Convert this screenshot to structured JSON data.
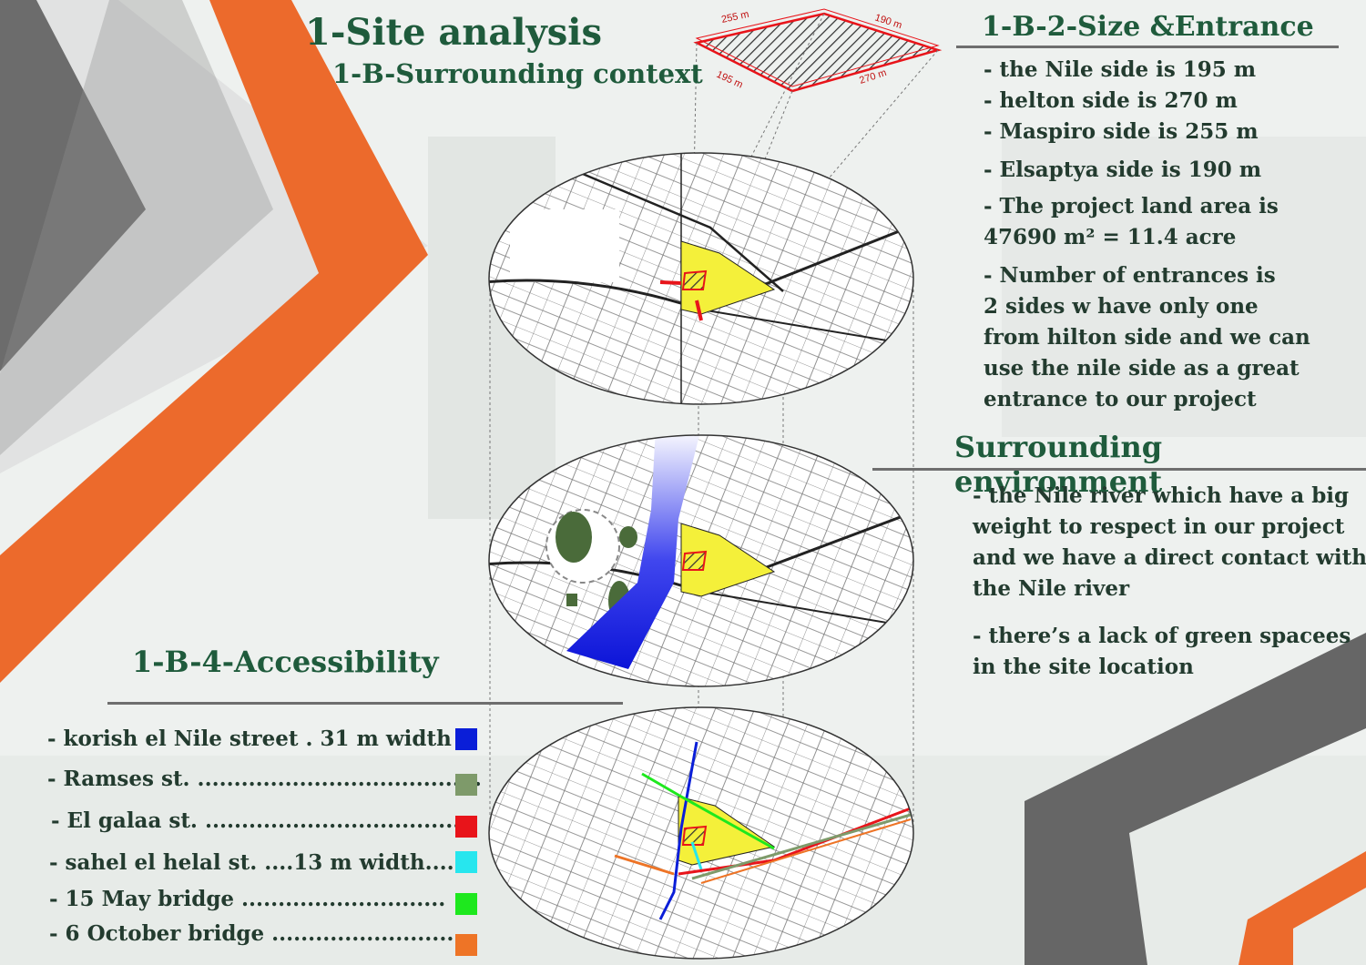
{
  "title": "1-Site analysis",
  "subtitle": "1-B-Surrounding context",
  "site_plan": {
    "top_dim": "255 m",
    "right_top_dim": "190 m",
    "left_bottom_dim": "195 m",
    "bottom_dim": "270 m"
  },
  "size_entrance": {
    "heading": "1-B-2-Size &Entrance",
    "lines": [
      "- the Nile side is 195 m",
      "- helton side is 270 m",
      "- Maspiro side is 255 m",
      "- Elsaptya side is 190 m",
      "- The project land area is",
      "47690 m² = 11.4 acre",
      "- Number of  entrances is",
      "2 sides w have only one",
      "from hilton side and we can",
      "use the nile side as a great",
      "entrance to our project"
    ]
  },
  "surrounding": {
    "heading": "Surrounding environment",
    "lines": [
      "-  the Nile river which have a big",
      "weight to respect in our project",
      "and we have a direct contact with",
      "the Nile river",
      "-  there’s a lack of  green spacees",
      "in the site location"
    ]
  },
  "accessibility": {
    "heading": "1-B-4-Accessibility",
    "items": [
      {
        "label": "- korish el Nile street . 31 m width",
        "color": "#0a1ed8"
      },
      {
        "label": "- Ramses st. .......................................",
        "color": "#7e9a6a"
      },
      {
        "label": "- El galaa st. .....................................",
        "color": "#e8141a"
      },
      {
        "label": "- sahel el helal st. ....13 m width.....",
        "color": "#27e6ee"
      },
      {
        "label": "- 15 May bridge   ............................",
        "color": "#1ee81e"
      },
      {
        "label": "- 6 October bridge ..........................",
        "color": "#ee7426"
      }
    ]
  },
  "colors": {
    "orange": "#ec6a2c",
    "grey": "#6c6c6c",
    "heading_green": "#1f5b3c",
    "site_yellow": "#f4f03a",
    "nile_blue": "#1a1ee6",
    "green_space": "#4a6b3a"
  }
}
